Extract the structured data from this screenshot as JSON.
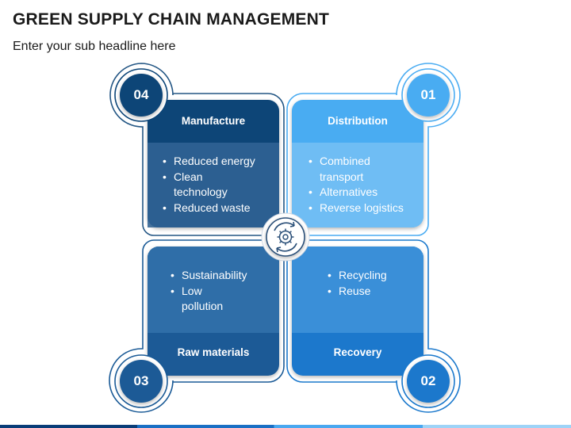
{
  "title": "GREEN SUPPLY CHAIN MANAGEMENT",
  "subtitle": "Enter your sub headline here",
  "colors": {
    "manufacture": "#0b4477",
    "distribution": "#4aacf2",
    "raw_materials": "#1a5a96",
    "recovery": "#1a78cc"
  },
  "center_icon": "gear-recycle-icon",
  "quadrants": {
    "manufacture": {
      "number": "04",
      "title": "Manufacture",
      "bullets": [
        "Reduced energy",
        "Clean technology",
        "Reduced waste"
      ]
    },
    "distribution": {
      "number": "01",
      "title": "Distribution",
      "bullets": [
        "Combined transport",
        "Alternatives",
        "Reverse logistics"
      ]
    },
    "raw_materials": {
      "number": "03",
      "title": "Raw materials",
      "bullets": [
        "Sustainability",
        "Low pollution"
      ]
    },
    "recovery": {
      "number": "02",
      "title": "Recovery",
      "bullets": [
        "Recycling",
        "Reuse"
      ]
    }
  }
}
